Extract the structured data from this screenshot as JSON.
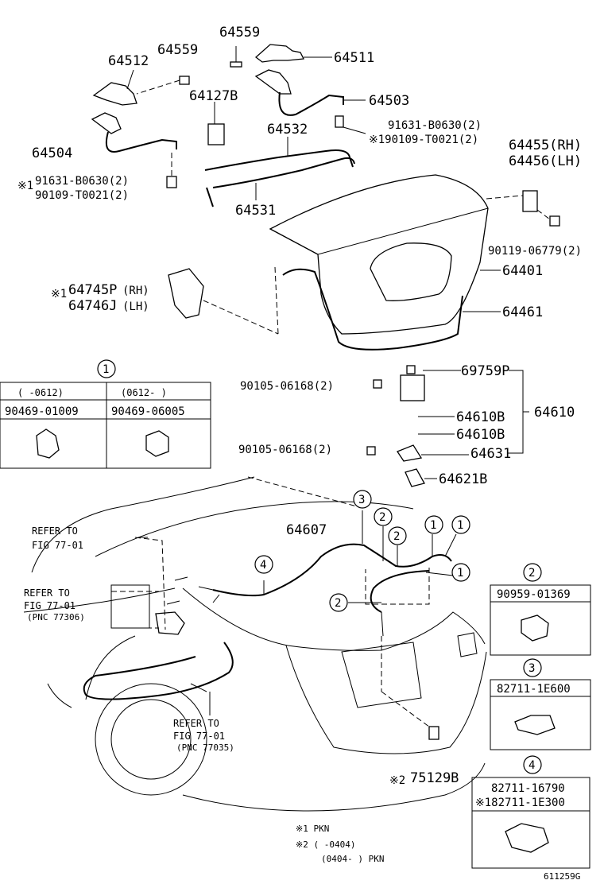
{
  "labels": {
    "p64559_a": "64559",
    "p64559_b": "64559",
    "p64512": "64512",
    "p64511": "64511",
    "p64127b": "64127B",
    "p64503": "64503",
    "p64532": "64532",
    "p91631_r": "91631-B0630(2)",
    "p90109_r": "※190109-T0021(2)",
    "p64504": "64504",
    "p64455": "64455(RH)",
    "p64456": "64456(LH)",
    "p91631_l": "91631-B0630(2)",
    "p90109_l": "90109-T0021(2)",
    "mark1": "※1",
    "p64531": "64531",
    "p90119": "90119-06779(2)",
    "p64745": "64745P",
    "p64746": "64746J",
    "rh": "(RH)",
    "lh": "(LH)",
    "mark1b": "※1",
    "p64401": "64401",
    "p64461": "64461",
    "p69759p": "69759P",
    "p90105_a": "90105-06168(2)",
    "p64610": "64610",
    "p64610b_a": "64610B",
    "p64610b_b": "64610B",
    "p90105_b": "90105-06168(2)",
    "p64631": "64631",
    "p64621b": "64621B",
    "p64607": "64607",
    "refer1": "REFER TO",
    "refer1b": "FIG 77-01",
    "refer2": "REFER TO",
    "refer2b": "FIG 77-01",
    "refer2c": "(PNC 77306)",
    "refer3": "REFER TO",
    "refer3b": "FIG 77-01",
    "refer3c": "(PNC 77035)",
    "p75129b": "75129B",
    "mark2": "※2",
    "note1": "※1 PKN",
    "note2a": "※2 (     -0404)",
    "note2b": "(0404-     ) PKN",
    "fig_id": "611259G"
  },
  "callouts": [
    "1",
    "1",
    "1",
    "1",
    "2",
    "2",
    "2",
    "3",
    "4"
  ],
  "box1": {
    "num": "1",
    "col1_head": "(    -0612)",
    "col2_head": "(0612-     )",
    "col1_part": "90469-01009",
    "col2_part": "90469-06005"
  },
  "box2": {
    "num": "2",
    "part": "90959-01369"
  },
  "box3": {
    "num": "3",
    "part": "82711-1E600"
  },
  "box4": {
    "num": "4",
    "part1": "82711-16790",
    "part2": "※182711-1E300"
  }
}
